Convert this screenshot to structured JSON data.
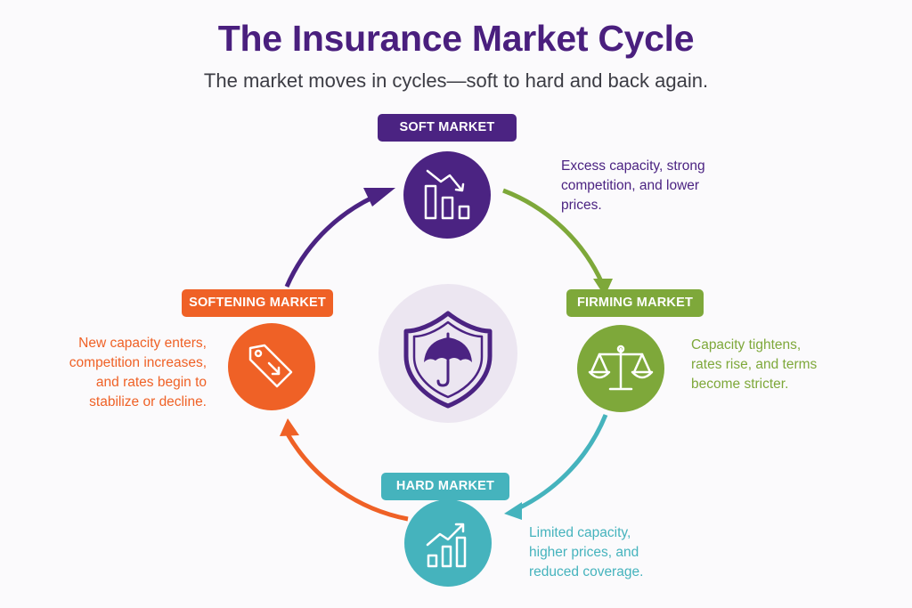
{
  "title": "The Insurance Market Cycle",
  "subtitle": "The market moves in cycles—soft to hard and back again.",
  "colors": {
    "title": "#4a1f7e",
    "subtitle": "#3c3c44",
    "soft": "#4b2382",
    "firming": "#7ea83a",
    "hard": "#45b3bd",
    "softening": "#ef6126",
    "center_bg": "#ece6f1",
    "center_icon": "#4b2382"
  },
  "center": {
    "icon": "shield-umbrella-icon"
  },
  "phases": {
    "soft": {
      "label": "SOFT MARKET",
      "icon": "declining-bar-chart-icon",
      "description": [
        "Excess capacity, strong",
        "competition, and lower",
        "prices."
      ]
    },
    "firming": {
      "label": "FIRMING MARKET",
      "icon": "balance-scale-icon",
      "description": [
        "Capacity tightens,",
        "rates rise, and terms",
        "become stricter."
      ]
    },
    "hard": {
      "label": "HARD MARKET",
      "icon": "rising-bar-chart-icon",
      "description": [
        "Limited capacity,",
        "higher prices, and",
        "reduced coverage."
      ]
    },
    "softening": {
      "label": "SOFTENING MARKET",
      "icon": "price-tag-down-icon",
      "description": [
        "New capacity enters,",
        "competition increases,",
        "and rates begin to",
        "stabilize or decline."
      ]
    }
  }
}
